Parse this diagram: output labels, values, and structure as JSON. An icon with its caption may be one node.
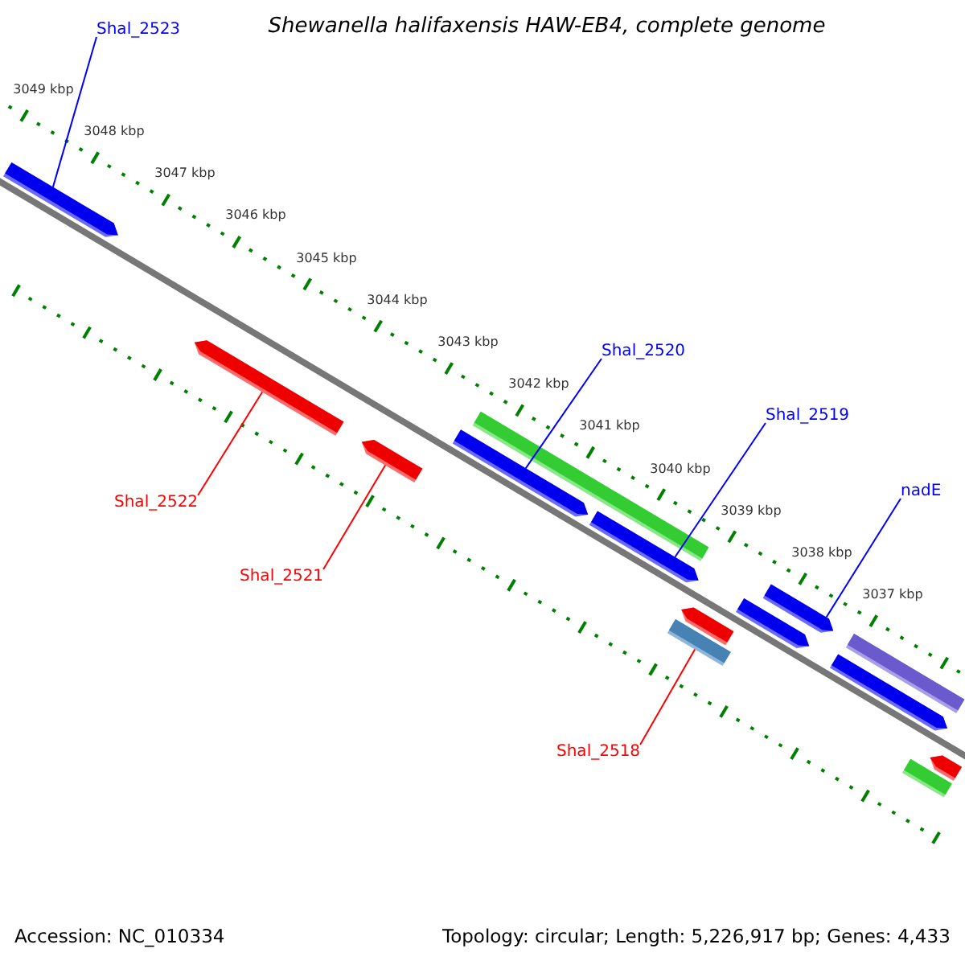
{
  "diagram": {
    "title": "Shewanella halifaxensis HAW-EB4, complete genome",
    "nodes": [
      {
        "text": [
          "Shal_2523"
        ]
      },
      {
        "text": [
          "Shal_2520"
        ]
      },
      {
        "text": [
          "Shal_2519"
        ]
      },
      {
        "text": [
          "nadE"
        ]
      },
      {
        "text": [
          "Shal_2522"
        ]
      },
      {
        "text": [
          "Shal_2521"
        ]
      },
      {
        "text": [
          "Shal_2518"
        ]
      },
      {
        "text": [],
        "shape": "bar"
      },
      {
        "text": [],
        "shape": "bar"
      },
      {
        "text": [],
        "shape": "bar"
      },
      {
        "text": [],
        "shape": "bar"
      },
      {
        "text": [],
        "shape": "bar"
      },
      {
        "text": [],
        "shape": "bar"
      },
      {
        "text": [],
        "shape": "bar"
      },
      {
        "text": [],
        "shape": "bar"
      },
      {
        "text": [],
        "shape": "bar"
      },
      {
        "text": [],
        "shape": "bar"
      },
      {
        "text": [],
        "shape": "bar"
      },
      {
        "text": [],
        "shape": "bar"
      },
      {
        "text": [],
        "shape": "bar"
      },
      {
        "text": [],
        "shape": "bar"
      }
    ],
    "edges": [
      {
        "from": 0,
        "to": 7,
        "arrow": "none"
      },
      {
        "from": 1,
        "to": 10,
        "arrow": "none"
      },
      {
        "from": 2,
        "to": 12,
        "arrow": "none"
      },
      {
        "from": 3,
        "to": 16,
        "arrow": "none"
      },
      {
        "from": 4,
        "to": 8,
        "arrow": "none",
        "color": "#ff0000"
      },
      {
        "from": 5,
        "to": 9,
        "arrow": "none",
        "color": "#ff0000"
      },
      {
        "from": 6,
        "to": 14,
        "arrow": "none",
        "color": "#ff0000"
      }
    ],
    "labels": [
      "3049 kbp",
      "3048 kbp",
      "3047 kbp",
      "3046 kbp",
      "3045 kbp",
      "3044 kbp",
      "3043 kbp",
      "3042 kbp",
      "3041 kbp",
      "3040 kbp",
      "3039 kbp",
      "3038 kbp",
      "3037 kbp",
      "Accession: NC_010334",
      "Topology: circular; Length: 5,226,917 bp; Genes: 4,433"
    ]
  }
}
